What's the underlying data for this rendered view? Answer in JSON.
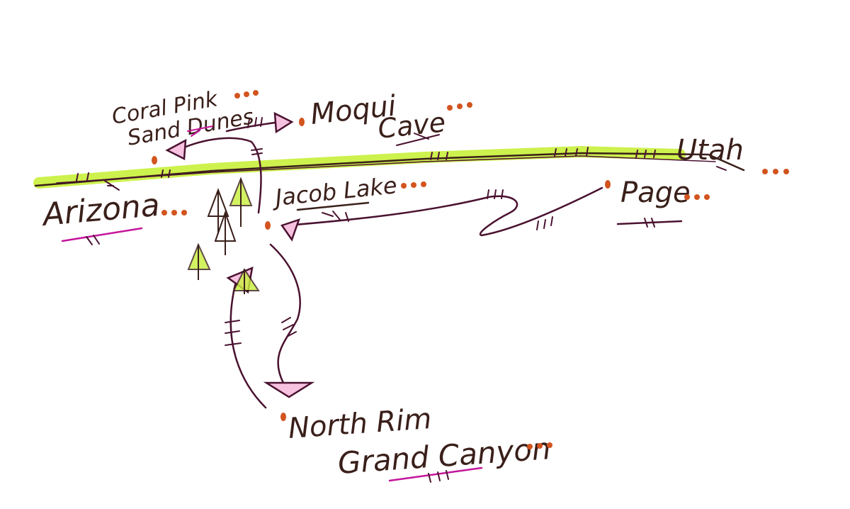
{
  "colors": {
    "ink": "#3a1f1a",
    "route": "#4a1230",
    "border_highlight": "#c8f03a",
    "accent_magenta": "#c4159b",
    "location_dot": "#d2541e"
  },
  "labels": {
    "coral_pink_line1": "Coral Pink",
    "coral_pink_line2": "Sand Dunes",
    "moqui_line1": "Moqui",
    "moqui_line2": "Cave",
    "utah": "Utah",
    "arizona": "Arizona",
    "jacob_lake": "Jacob Lake",
    "page": "Page",
    "north_rim_line1": "North Rim",
    "north_rim_line2": "Grand Canyon"
  },
  "icons": {
    "location_marker": "location-dot-icon",
    "more": "ellipsis-dots-icon",
    "trees": "pine-tree-icon",
    "direction": "arrowhead-icon"
  }
}
